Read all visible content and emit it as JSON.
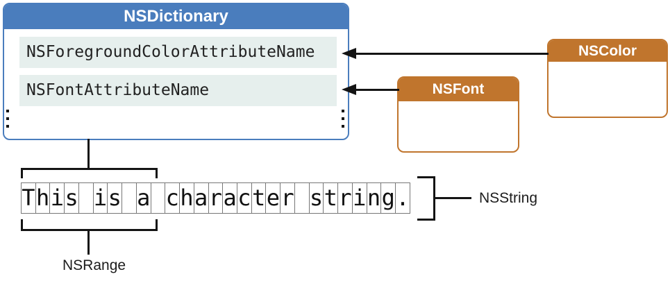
{
  "dictionary": {
    "title": "NSDictionary",
    "entries": [
      "NSForegroundColorAttributeName",
      "NSFontAttributeName"
    ]
  },
  "related_classes": {
    "nscolor": {
      "title": "NSColor"
    },
    "nsfont": {
      "title": "NSFont"
    }
  },
  "string": {
    "text": "This is a character string.",
    "label": "NSString"
  },
  "range": {
    "label": "NSRange"
  },
  "colors": {
    "blue": "#4a7dbd",
    "orange": "#c0752d",
    "row_background": "#e6efed",
    "line": "#141414"
  }
}
